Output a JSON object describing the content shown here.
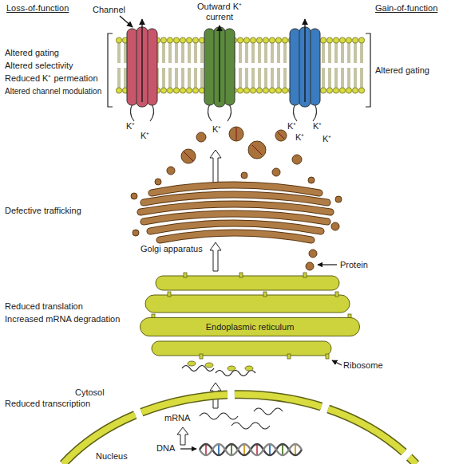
{
  "diagram": {
    "nodes": [
      {
        "text": [
          "Endoplasmic reticulum"
        ]
      }
    ],
    "labels": [
      "Loss-of-function",
      "Channel",
      "Outward K⁺ current",
      "Gain-of-function",
      "Altered gating",
      "Altered selectivity",
      "Reduced K⁺ permeation",
      "Altered channel modulation",
      "Altered gating",
      "K⁺",
      "K⁺",
      "K⁺",
      "K⁺",
      "K⁺",
      "K⁺",
      "K⁺",
      "Defective trafficking",
      "Golgi apparatus",
      "Protein",
      "Reduced translation",
      "Increased mRNA degradation",
      "Ribosome",
      "Cytosol",
      "Reduced transcription",
      "mRNA",
      "DNA",
      "Nucleus"
    ]
  }
}
